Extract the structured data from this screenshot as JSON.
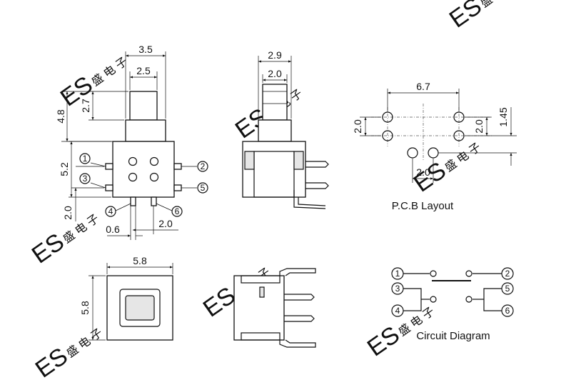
{
  "front_view": {
    "dim_top_outer": "3.5",
    "dim_top_inner": "2.5",
    "dim_height": "4.8",
    "dim_stem": "2.7",
    "dim_body": "5.2",
    "dim_lower": "2.0",
    "dim_pin_width": "0.6",
    "dim_pin_pitch": "2.0",
    "pins": [
      "1",
      "2",
      "3",
      "4",
      "5",
      "6"
    ]
  },
  "side_view": {
    "dim_outer": "2.9",
    "dim_inner": "2.0"
  },
  "pcb_layout": {
    "caption": "P.C.B Layout",
    "dim_width": "6.7",
    "dim_row_pitch": "2.0",
    "dim_right_pitch": "2.0",
    "dim_offset": "1.45",
    "dim_bottom_pitch": "2.0"
  },
  "top_view": {
    "dim_width": "5.8",
    "dim_height": "5.8"
  },
  "circuit": {
    "caption": "Circuit Diagram",
    "pins": [
      "1",
      "2",
      "3",
      "4",
      "5",
      "6"
    ]
  },
  "watermark": {
    "text": "ES",
    "chinese": "盛 电 子"
  }
}
